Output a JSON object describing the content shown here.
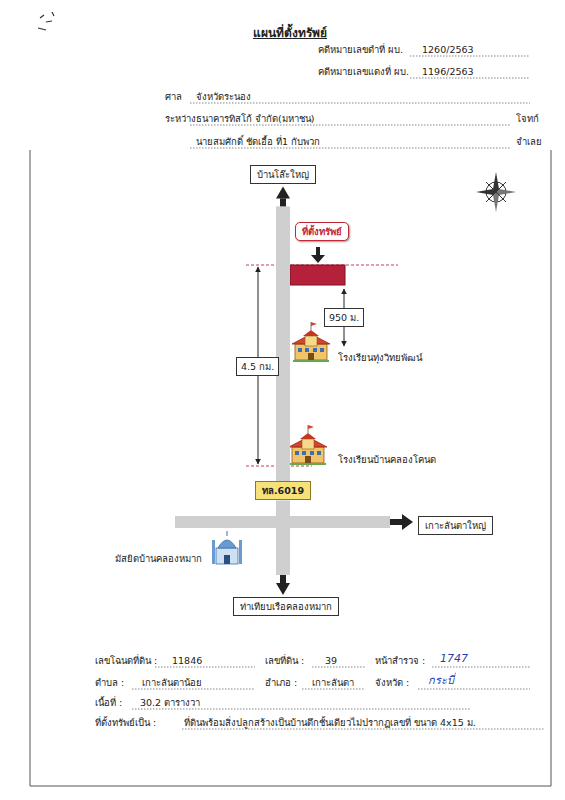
{
  "diagram": {
    "title": "แผนที่ตั้งทรัพย์",
    "nodes": [
      {
        "text": [
          "บ้านโล๊ะใหญ่"
        ]
      },
      {
        "text": [
          "ที่ตั้งทรัพย์"
        ]
      },
      {
        "text": [
          "950 ม."
        ]
      },
      {
        "text": [
          "4.5 กม."
        ]
      },
      {
        "text": [
          "ทล.6019"
        ]
      },
      {
        "text": [
          "เกาะลันตาใหญ่"
        ]
      },
      {
        "text": [
          "ท่าเทียบเรือคลองหมาก"
        ]
      }
    ],
    "edges": [
      {
        "from": 4,
        "to": 0,
        "arrow": "to"
      },
      {
        "from": 4,
        "to": 6,
        "arrow": "to"
      }
    ],
    "labels": [
      "คดีหมายเลขดำที่ ผบ.",
      "1260/2563",
      "คดีหมายเลขแดงที่ ผบ.",
      "1196/2563",
      "ศาล",
      "จังหวัดระนอง",
      "ระหว่าง",
      "ธนาคารทิสโก้ จำกัด(มหาชน)",
      "โจทก์",
      "นายสมศักดิ์ ชัดเอื้อ ที่1 กับพวก",
      "จำเลย",
      "โรงเรียนทุ่งวิทยพัฒน์",
      "โรงเรียนบ้านคลองโคนด",
      "มัสยิดบ้านคลองหมาก",
      "เลขโฉนดที่ดิน :",
      "11846",
      "เลขที่ดิน :",
      "39",
      "หน้าสำรวจ :",
      "1747",
      "ตำบล :",
      "เกาะลันตาน้อย",
      "อำเภอ :",
      "เกาะลันตา",
      "จังหวัด :",
      "กระบี่",
      "เนื้อที่ :",
      "30.2 ตารางวา",
      "ที่ตั้งทรัพย์เป็น :",
      "ที่ดินพร้อมสิ่งปลูกสร้างเป็นบ้านตึกชั้นเดียวไม่ปรากฏเลขที่ ขนาด 4x15 ม."
    ]
  }
}
